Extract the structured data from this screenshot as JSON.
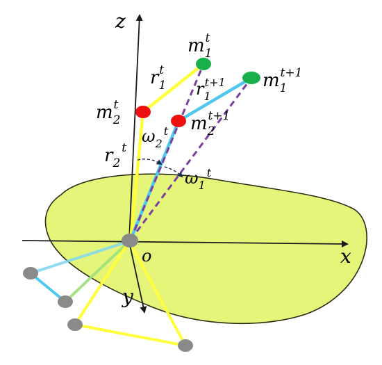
{
  "labels": {
    "z_axis": "z",
    "x_axis": "x",
    "y_axis": "y",
    "origin": "o",
    "m1t_base": "m",
    "m1t_sub": "1",
    "m1t_sup": "t",
    "m2t_base": "m",
    "m2t_sub": "2",
    "m2t_sup": "t",
    "m1t1_base": "m",
    "m1t1_sub": "1",
    "m1t1_sup": "t+1",
    "m2t1_base": "m",
    "m2t1_sub": "2",
    "m2t1_sup": "t+1",
    "r1t_base": "r",
    "r1t_sub": "1",
    "r1t_sup": "t",
    "r1t1_base": "r",
    "r1t1_sub": "1",
    "r1t1_sup": "t+1",
    "r2t_base": "r",
    "r2t_sub": "2",
    "r2t_sup": "t",
    "w2_base": "ω",
    "w2_sub": "2",
    "w2_sup": "t",
    "w1_base": "ω",
    "w1_sub": "1",
    "w1_sup": "t"
  },
  "colors": {
    "plane_fill": "#e4f57a",
    "plane_stroke": "#2a2a10",
    "link_time_t": "#ffff3a",
    "link_time_t1": "#4fc8f0",
    "dashed": "#7b3fa0",
    "node_m1": "#18b04a",
    "node_m2": "#ee1111",
    "node_gray": "#8a8a8a",
    "axis": "#1a1a1a"
  }
}
